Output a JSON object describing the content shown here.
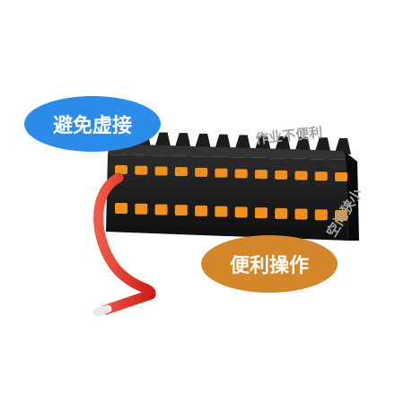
{
  "callouts": {
    "avoid_contact": "避免虚接",
    "easy_operation": "便利操作",
    "inconvenient_work": "作业不便利",
    "narrow_space": "空间狭小"
  },
  "colors": {
    "blue_bubble": "#2a8be8",
    "orange_bubble": "#d4862a",
    "grey_text": "#a3a3a3",
    "connector_body": "#1a1a1a",
    "connector_pins": "#f0901e",
    "wire": "#e8342c"
  },
  "product": {
    "type": "multi-pin push-in wire terminal block connector",
    "pin_rows": 2,
    "pins_per_row": 12
  }
}
